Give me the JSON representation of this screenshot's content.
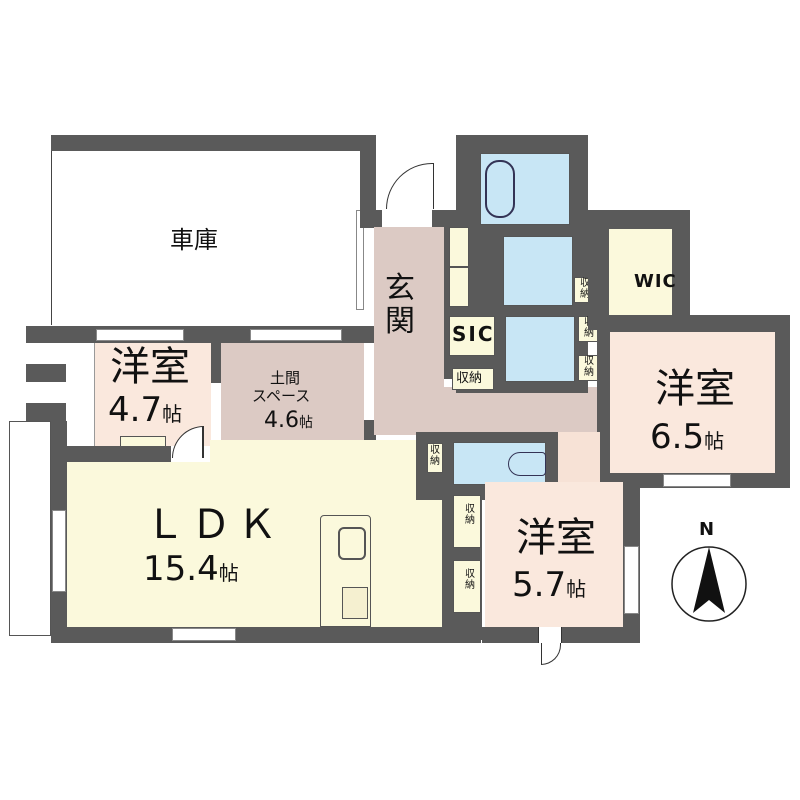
{
  "floorplan": {
    "rooms": [
      {
        "id": "garage",
        "label": "車庫"
      },
      {
        "id": "western-room-1",
        "label": "洋室",
        "size": "4.7",
        "unit": "帖"
      },
      {
        "id": "doma-space",
        "label_line1": "土間",
        "label_line2": "スペース",
        "size": "4.6",
        "unit": "帖"
      },
      {
        "id": "entrance",
        "label": "玄関"
      },
      {
        "id": "sic",
        "label": "SIC"
      },
      {
        "id": "wic",
        "label": "WIC"
      },
      {
        "id": "western-room-2",
        "label": "洋室",
        "size": "6.5",
        "unit": "帖"
      },
      {
        "id": "ldk",
        "label": "ＬＤＫ",
        "size": "15.4",
        "unit": "帖"
      },
      {
        "id": "western-room-3",
        "label": "洋室",
        "size": "5.7",
        "unit": "帖"
      }
    ],
    "storage_label": "収納",
    "storage_label_vertical": "収\n納",
    "compass": {
      "label": "N"
    },
    "colors": {
      "wall": "#5a5a5a",
      "western_room": "#fae8dd",
      "doma": "#dccac4",
      "ldk": "#fbf9dc",
      "wet_area": "#c8e6f5"
    }
  }
}
